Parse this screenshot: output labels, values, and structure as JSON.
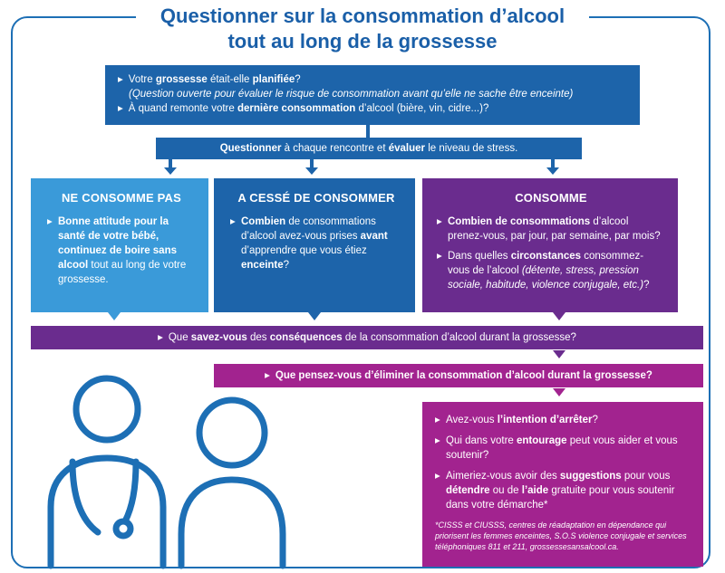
{
  "title": {
    "line1": "Questionner sur la consommation d’alcool",
    "line2": "tout au long de la grossesse"
  },
  "top_box": {
    "q1_a": "Votre ",
    "q1_b": "grossesse",
    "q1_c": " était-elle ",
    "q1_d": "planifiée",
    "q1_e": "?",
    "q1_note": "(Question ouverte pour évaluer le risque de consommation avant qu’elle ne sache être enceinte)",
    "q2_a": "À quand remonte votre ",
    "q2_b": "dernière consommation",
    "q2_c": " d’alcool (bière, vin, cidre...)?"
  },
  "mid_bar": {
    "a": "Questionner",
    "b": " à chaque rencontre et ",
    "c": "évaluer",
    "d": " le niveau de stress."
  },
  "columns": {
    "none": {
      "heading": "NE CONSOMME PAS",
      "a": "Bonne attitude pour la santé de votre bébé, continuez de boire sans alcool",
      "b": " tout au long de votre grossesse."
    },
    "stopped": {
      "heading": "A CESSÉ DE CONSOMMER",
      "a": "Combien",
      "b": " de consommations d’alcool avez-vous prises ",
      "c": "avant",
      "d": " d’apprendre que vous étiez ",
      "e": "enceinte",
      "f": "?"
    },
    "consumes": {
      "heading": "CONSOMME",
      "q1_a": "Combien de consommations",
      "q1_b": " d’alcool prenez-vous, par jour, par semaine, par mois?",
      "q2_a": "Dans quelles ",
      "q2_b": "circonstances",
      "q2_c": " consommez-vous de l’alcool ",
      "q2_d": "(détente, stress, pression sociale, habitude, violence conjugale, etc.)",
      "q2_e": "?"
    }
  },
  "bar_consequences": {
    "a": "Que ",
    "b": "savez-vous",
    "c": " des ",
    "d": "conséquences",
    "e": " de la consommation d’alcool durant la grossesse?"
  },
  "bar_eliminate": {
    "text": "Que pensez-vous d’éliminer la consommation d’alcool durant la grossesse?"
  },
  "final_box": {
    "q1_a": "Avez-vous ",
    "q1_b": "l’intention d’arrêter",
    "q1_c": "?",
    "q2_a": "Qui dans votre ",
    "q2_b": "entourage",
    "q2_c": " peut vous aider et vous soutenir?",
    "q3_a": "Aimeriez-vous avoir des ",
    "q3_b": "suggestions",
    "q3_c": " pour vous ",
    "q3_d": "détendre",
    "q3_e": " ou de ",
    "q3_f": "l’aide",
    "q3_g": " gratuite pour vous soutenir dans votre démarche*",
    "footnote": "*CISSS et CIUSSS, centres de réadaptation en dépendance qui priorisent les femmes enceintes, S.O.S violence conjugale et services téléphoniques 811 et 211, grossessesansalcool.ca."
  },
  "colors": {
    "dark_blue": "#1d64aa",
    "light_blue": "#3a9ad9",
    "purple": "#6a2c8e",
    "magenta": "#a2238f",
    "outline": "#1d6fb5"
  },
  "icons": [
    "caregiver-icon",
    "patient-icon",
    "stethoscope-icon"
  ]
}
